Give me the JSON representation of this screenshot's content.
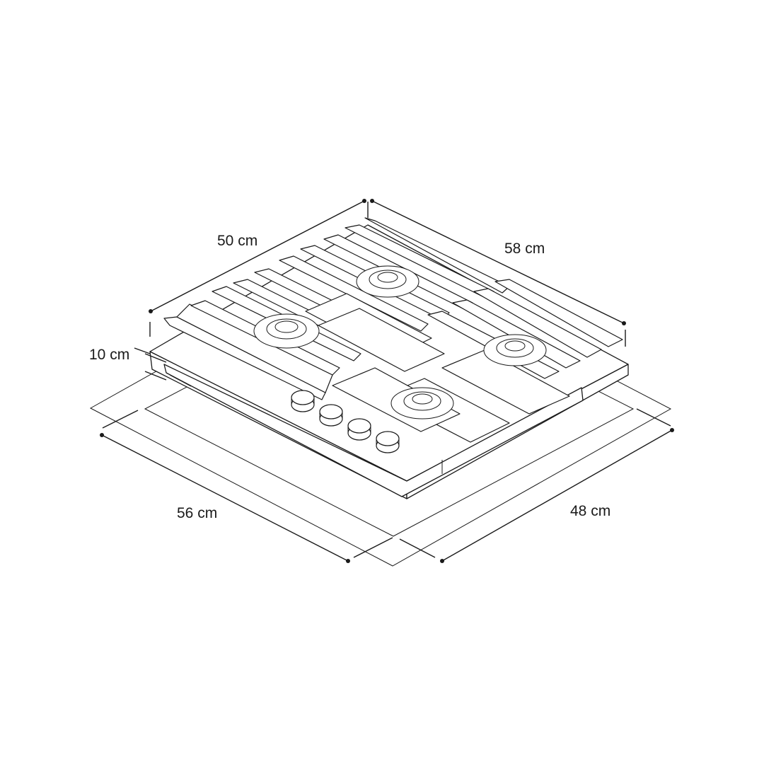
{
  "dimensions": {
    "depth_label": "50 cm",
    "width_label": "58 cm",
    "height_label": "10 cm",
    "cutout_width_label": "56 cm",
    "cutout_depth_label": "48 cm"
  }
}
